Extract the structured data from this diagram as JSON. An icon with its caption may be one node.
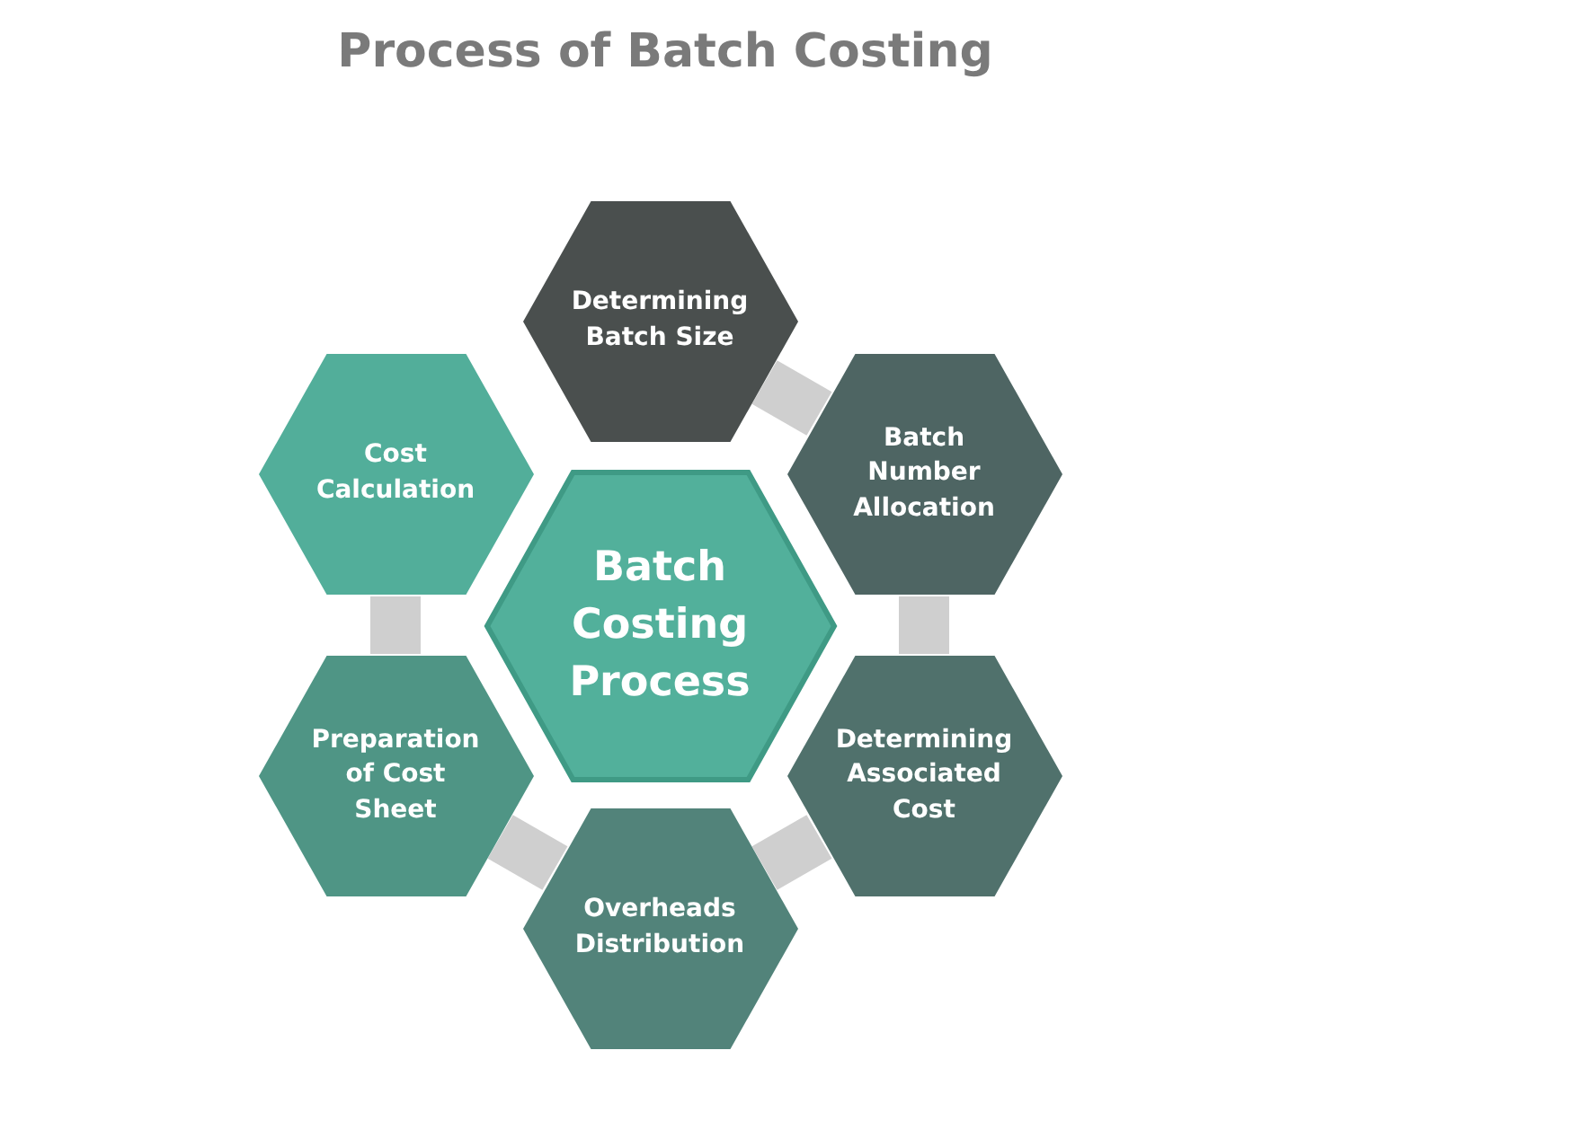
{
  "diagram": {
    "title": "Process of Batch Costing",
    "nodes": [
      {
        "text": [
          "Determining Batch Size"
        ]
      },
      {
        "text": [
          "Batch Number Allocation"
        ]
      },
      {
        "text": [
          "Determining Associated Cost"
        ]
      },
      {
        "text": [
          "Overheads Distribution"
        ]
      },
      {
        "text": [
          "Preparation of Cost Sheet"
        ]
      },
      {
        "text": [
          "Cost Calculation"
        ]
      },
      {
        "text": [
          "Batch Costing Process"
        ]
      }
    ],
    "edges": [
      {
        "from": 0,
        "to": 1,
        "arrow": "none"
      },
      {
        "from": 1,
        "to": 2,
        "arrow": "none"
      },
      {
        "from": 2,
        "to": 3,
        "arrow": "none"
      },
      {
        "from": 3,
        "to": 4,
        "arrow": "none"
      },
      {
        "from": 4,
        "to": 5,
        "arrow": "none"
      }
    ]
  }
}
